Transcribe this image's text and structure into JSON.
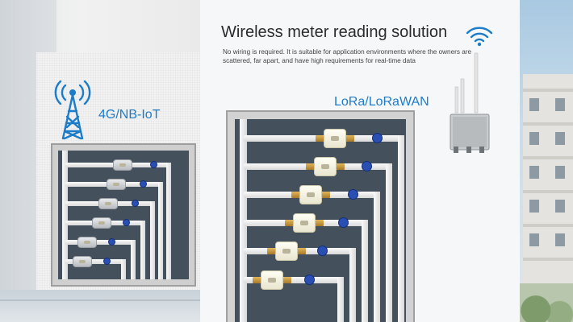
{
  "headline": "Wireless meter reading solution",
  "description": "No wiring is required. It is suitable for application environments where the owners are scattered, far apart, and have high requirements for real-time data",
  "left_panel": {
    "protocol_label": "4G/NB-IoT",
    "icon": "cell-tower-icon",
    "meter_count": 6
  },
  "right_panel": {
    "protocol_label": "LoRa/LoRaWAN",
    "icons": [
      "wifi-icon",
      "lora-gateway-icon"
    ],
    "meter_count": 6
  },
  "colors": {
    "accent_blue": "#1d7cc8",
    "heading": "#2b2b2b",
    "cabinet_interior": "#44505c",
    "valve_blue": "#2a4fb3"
  }
}
